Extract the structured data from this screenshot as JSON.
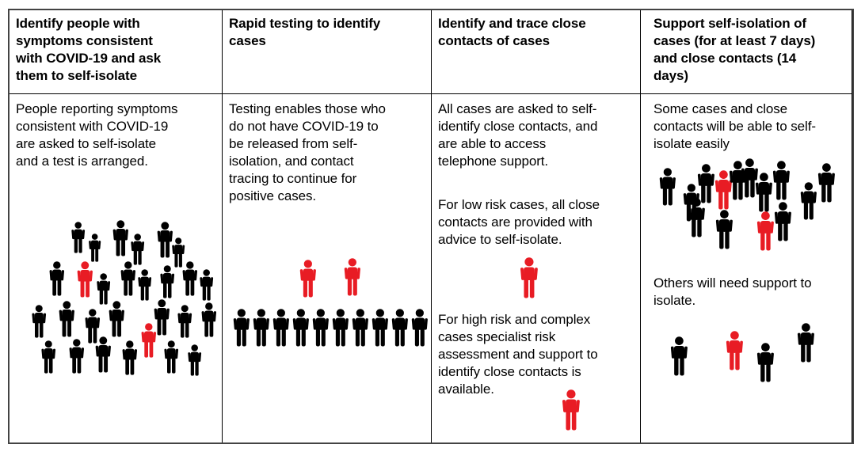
{
  "colors": {
    "figure_black": "#000000",
    "figure_red": "#e81c24",
    "border_outer": "#434343",
    "border_inner": "#000000",
    "background": "#ffffff"
  },
  "icons": {
    "person": "person-pictogram-icon"
  },
  "table": {
    "columns": [
      {
        "id": "identify-symptoms",
        "header": "Identify people with\nsymptoms consistent\nwith COVID-19 and ask\nthem to self-isolate",
        "paragraphs": [
          "People reporting symptoms\nconsistent with COVID-19\nare asked to self-isolate\nand a test is arranged."
        ],
        "figure_counts": {
          "black": 26,
          "red": 2
        },
        "figures": [
          [
            76,
            161,
            40,
            "b"
          ],
          [
            98,
            176,
            36,
            "b"
          ],
          [
            128,
            159,
            46,
            "b"
          ],
          [
            151,
            176,
            40,
            "b"
          ],
          [
            184,
            161,
            46,
            "b"
          ],
          [
            203,
            181,
            38,
            "b"
          ],
          [
            48,
            211,
            44,
            "b"
          ],
          [
            83,
            211,
            46,
            "r"
          ],
          [
            108,
            226,
            40,
            "b"
          ],
          [
            138,
            211,
            44,
            "b"
          ],
          [
            160,
            221,
            40,
            "b"
          ],
          [
            188,
            216,
            42,
            "b"
          ],
          [
            216,
            211,
            44,
            "b"
          ],
          [
            238,
            221,
            40,
            "b"
          ],
          [
            26,
            266,
            42,
            "b"
          ],
          [
            60,
            261,
            46,
            "b"
          ],
          [
            93,
            271,
            44,
            "b"
          ],
          [
            123,
            261,
            46,
            "b"
          ],
          [
            180,
            259,
            46,
            "b"
          ],
          [
            210,
            266,
            42,
            "b"
          ],
          [
            240,
            263,
            44,
            "b"
          ],
          [
            38,
            311,
            42,
            "b"
          ],
          [
            73,
            309,
            44,
            "b"
          ],
          [
            106,
            306,
            46,
            "b"
          ],
          [
            140,
            311,
            44,
            "b"
          ],
          [
            164,
            289,
            44,
            "r"
          ],
          [
            193,
            311,
            42,
            "b"
          ],
          [
            223,
            316,
            40,
            "b"
          ]
        ]
      },
      {
        "id": "rapid-testing",
        "header": "Rapid testing to identify\ncases",
        "paragraphs": [
          "Testing enables those who\ndo not have COVID-19 to\nbe released from self-\nisolation, and contact\ntracing to continue for\npositive cases."
        ],
        "figure_counts": {
          "black": 10,
          "red": 2
        },
        "figures": [
          [
            95,
            209,
            48,
            "r"
          ],
          [
            151,
            207,
            48,
            "r"
          ],
          [
            11,
            271,
            48,
            "b"
          ],
          [
            36,
            271,
            48,
            "b"
          ],
          [
            61,
            271,
            48,
            "b"
          ],
          [
            86,
            271,
            48,
            "b"
          ],
          [
            111,
            271,
            48,
            "b"
          ],
          [
            136,
            271,
            48,
            "b"
          ],
          [
            161,
            271,
            48,
            "b"
          ],
          [
            186,
            271,
            48,
            "b"
          ],
          [
            211,
            271,
            48,
            "b"
          ],
          [
            236,
            271,
            48,
            "b"
          ]
        ]
      },
      {
        "id": "trace-contacts",
        "header": "Identify and trace close\ncontacts of cases",
        "paragraphs": [
          "All cases are asked to self-\nidentify close contacts, and\nare able to access\ntelephone support.",
          "For low risk cases, all close\ncontacts are provided with\nadvice to self-isolate.",
          "For high risk and complex\ncases specialist risk\nassessment and support to\nidentify close contacts is\navailable."
        ],
        "figure_counts": {
          "black": 0,
          "red": 2
        },
        "figures": [
          [
            109,
            206,
            52,
            "r"
          ],
          [
            162,
            373,
            52,
            "r"
          ]
        ]
      },
      {
        "id": "support-isolation",
        "header": "Support self-isolation of\ncases (for at least 7 days)\nand close contacts (14\ndays)",
        "paragraphs": [
          "Some cases and close\ncontacts will be able to self-\nisolate easily",
          "Others will need support to\nisolate."
        ],
        "figure_counts": {
          "black": 15,
          "red": 3
        },
        "figures": [
          [
            21,
            93,
            48,
            "b"
          ],
          [
            51,
            113,
            48,
            "b"
          ],
          [
            69,
            88,
            50,
            "b"
          ],
          [
            91,
            96,
            50,
            "r"
          ],
          [
            109,
            84,
            50,
            "b"
          ],
          [
            124,
            81,
            50,
            "b"
          ],
          [
            142,
            99,
            50,
            "b"
          ],
          [
            164,
            84,
            50,
            "b"
          ],
          [
            199,
            111,
            48,
            "b"
          ],
          [
            221,
            87,
            50,
            "b"
          ],
          [
            57,
            131,
            50,
            "b"
          ],
          [
            92,
            146,
            50,
            "b"
          ],
          [
            144,
            148,
            50,
            "r"
          ],
          [
            166,
            136,
            50,
            "b"
          ],
          [
            35,
            306,
            50,
            "b"
          ],
          [
            105,
            299,
            50,
            "r"
          ],
          [
            144,
            314,
            50,
            "b"
          ],
          [
            195,
            289,
            50,
            "b"
          ]
        ]
      }
    ]
  }
}
